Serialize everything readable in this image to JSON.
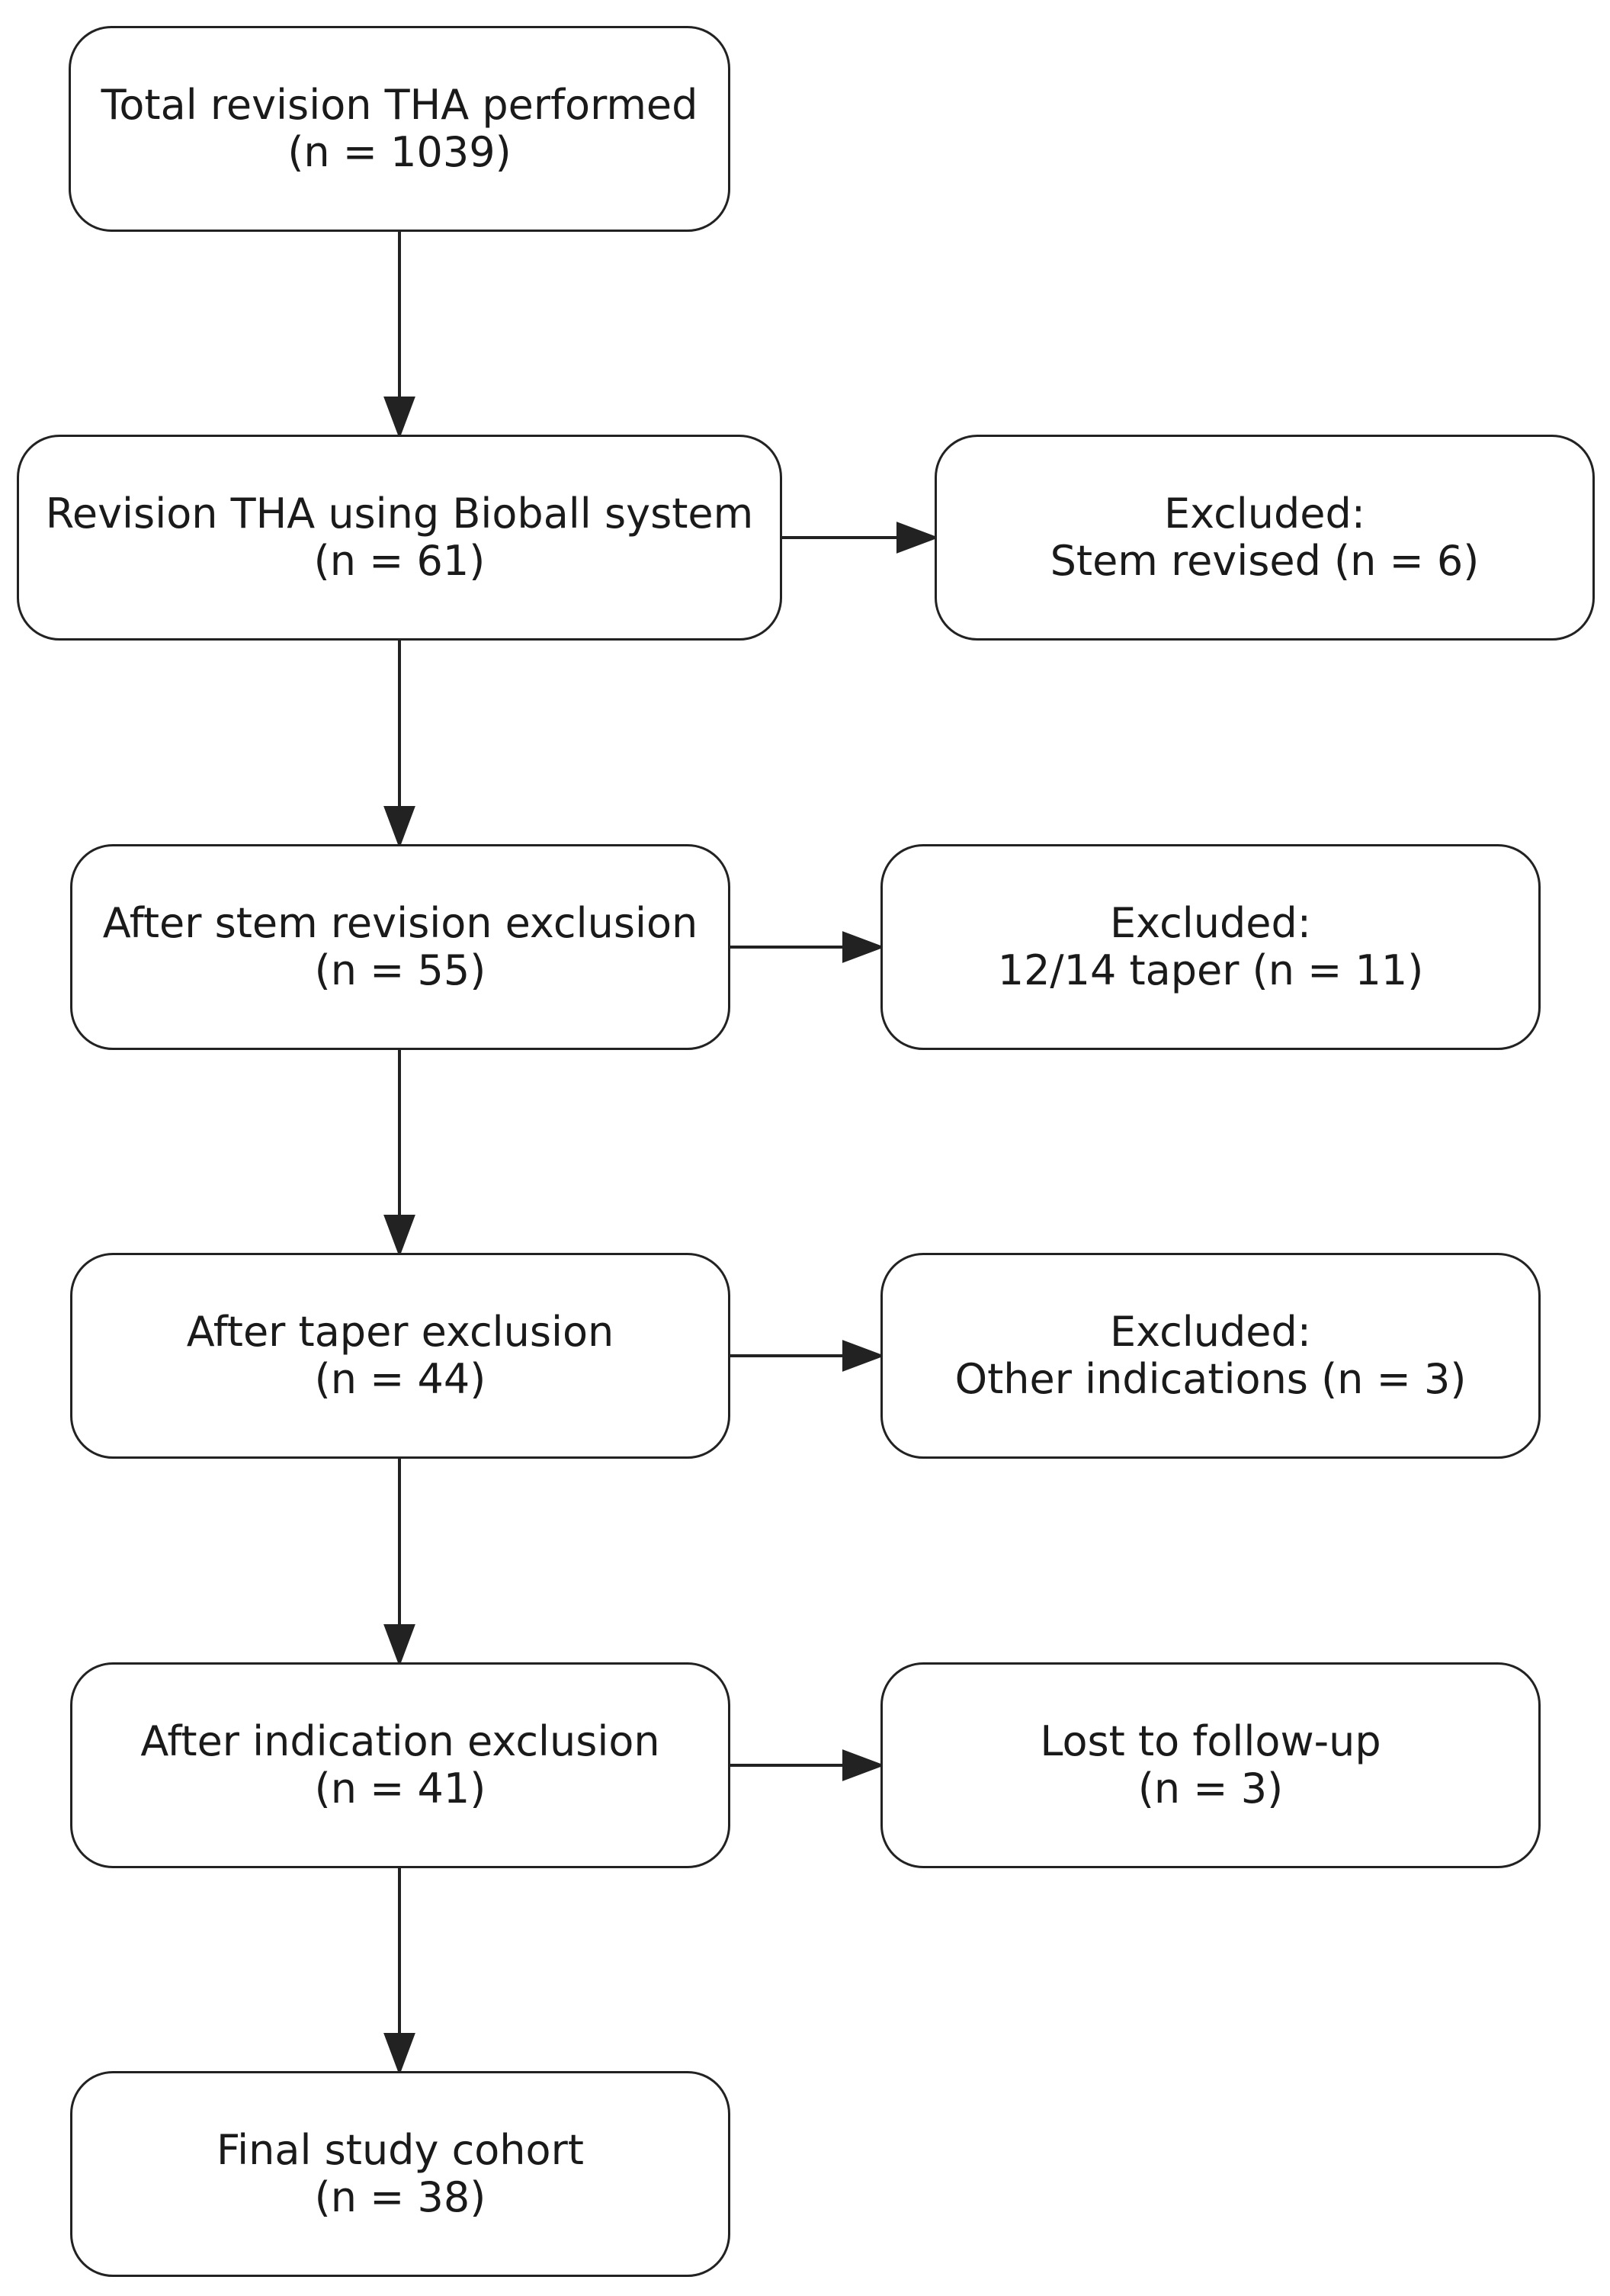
{
  "flow": {
    "total": {
      "line1": "Total revision THA performed",
      "line2": "(n = 1039)"
    },
    "bioball": {
      "line1": "Revision THA using Bioball system",
      "line2": "(n = 61)"
    },
    "after_stem": {
      "line1": "After stem revision exclusion",
      "line2": "(n = 55)"
    },
    "after_taper": {
      "line1": "After taper exclusion",
      "line2": "(n = 44)"
    },
    "after_indication": {
      "line1": "After indication exclusion",
      "line2": "(n = 41)"
    },
    "final": {
      "line1": "Final study cohort",
      "line2": "(n = 38)"
    }
  },
  "exclusions": {
    "stem_revised": {
      "line1": "Excluded:",
      "line2": "Stem revised (n = 6)"
    },
    "taper": {
      "line1": "Excluded:",
      "line2": "12/14 taper (n = 11)"
    },
    "other_indications": {
      "line1": "Excluded:",
      "line2": "Other indications (n = 3)"
    },
    "lost": {
      "line1": "Lost to follow-up",
      "line2": "(n = 3)"
    }
  },
  "style": {
    "stroke_color": "#222222",
    "text_color": "#1a1a1a",
    "background": "#ffffff"
  }
}
